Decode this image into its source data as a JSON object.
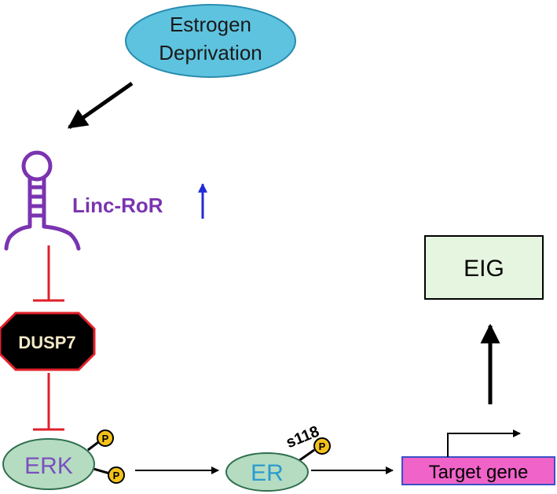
{
  "nodes": {
    "estrogen_line1": "Estrogen",
    "estrogen_line2": "Deprivation",
    "linc_label": "Linc-RoR",
    "dusp7": "DUSP7",
    "erk": "ERK",
    "er": "ER",
    "site": "s118",
    "phospho": "P",
    "target_gene": "Target gene",
    "eig": "EIG"
  },
  "colors": {
    "ellipse_fill": "#5ec3df",
    "linc_purple": "#7a34b0",
    "up_arrow_blue": "#1e2bd6",
    "inhibit_red": "#e0202a",
    "dusp7_fill": "#000000",
    "dusp7_border": "#e0202a",
    "erk_fill": "#b5dcc0",
    "er_fill": "#b5dcc0",
    "phospho_fill": "#f4c21a",
    "target_fill": "#f063c8",
    "target_border": "#3a4fc8",
    "eig_fill": "#e6f5df"
  }
}
